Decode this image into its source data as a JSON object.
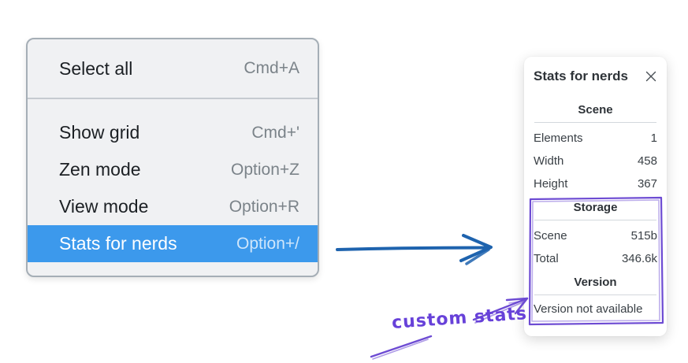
{
  "colors": {
    "menu_bg": "#f0f1f3",
    "menu_border": "#a5aeb6",
    "highlight_bg": "#3c99ec",
    "highlight_text": "#ffffff",
    "menu_shortcut": "#7b8389",
    "arrow_blue": "#1e63ae",
    "sketch_purple": "#6d4bd3",
    "annotation_purple": "#6741d9"
  },
  "context_menu": {
    "items": [
      {
        "label": "Select all",
        "shortcut": "Cmd+A",
        "selected": false
      },
      {
        "label": "Show grid",
        "shortcut": "Cmd+'",
        "selected": false
      },
      {
        "label": "Zen mode",
        "shortcut": "Option+Z",
        "selected": false
      },
      {
        "label": "View mode",
        "shortcut": "Option+R",
        "selected": false
      },
      {
        "label": "Stats for nerds",
        "shortcut": "Option+/",
        "selected": true
      }
    ]
  },
  "stats_panel": {
    "title": "Stats for nerds",
    "close_icon": "✕",
    "scene": {
      "heading": "Scene",
      "rows": [
        {
          "label": "Elements",
          "value": "1"
        },
        {
          "label": "Width",
          "value": "458"
        },
        {
          "label": "Height",
          "value": "367"
        }
      ]
    },
    "storage": {
      "heading": "Storage",
      "rows": [
        {
          "label": "Scene",
          "value": "515b"
        },
        {
          "label": "Total",
          "value": "346.6k"
        }
      ]
    },
    "version": {
      "heading": "Version",
      "note": "Version not available"
    }
  },
  "annotation": {
    "label": "custom stats"
  }
}
